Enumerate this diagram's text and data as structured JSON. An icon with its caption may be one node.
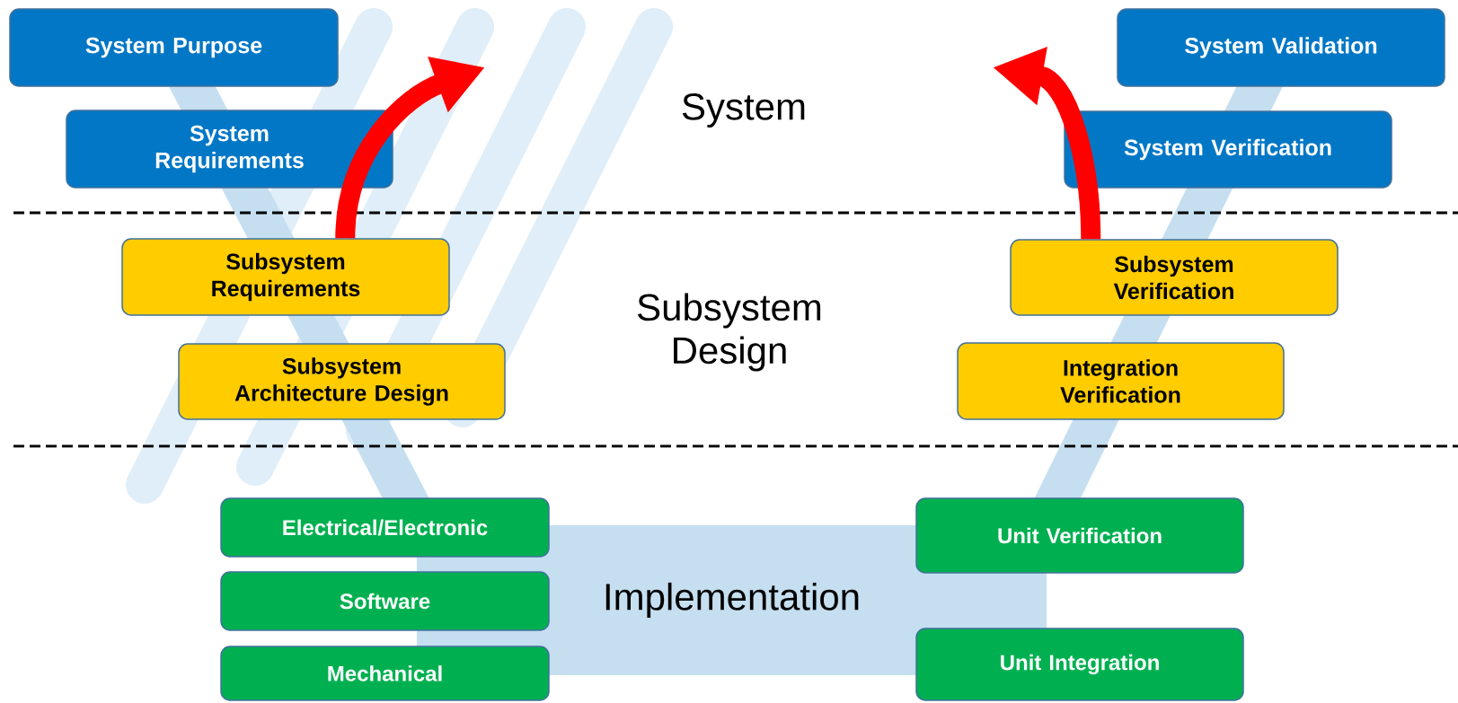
{
  "diagram": {
    "nodes": [
      {
        "text": [
          "System Purpose"
        ]
      },
      {
        "text": [
          "System Validation"
        ]
      },
      {
        "text": [
          "System Requirements"
        ]
      },
      {
        "text": [
          "System Verification"
        ]
      },
      {
        "text": [
          "Subsystem Requirements"
        ]
      },
      {
        "text": [
          "Subsystem Verification"
        ]
      },
      {
        "text": [
          "Subsystem Architecture Design"
        ]
      },
      {
        "text": [
          "Integration Verification"
        ]
      },
      {
        "text": [
          "Implementation"
        ]
      },
      {
        "text": [
          "Electrical/Electronic"
        ]
      },
      {
        "text": [
          "Unit Verification"
        ]
      },
      {
        "text": [
          "Software"
        ]
      },
      {
        "text": [
          "Mechanical"
        ]
      },
      {
        "text": [
          "Unit Integration"
        ]
      }
    ],
    "edges": [
      {
        "from": 4,
        "to": null,
        "arrow": "to",
        "color": "#ff0000"
      },
      {
        "from": 5,
        "to": null,
        "arrow": "to",
        "color": "#ff0000"
      }
    ],
    "labels": [
      "System",
      "Subsystem Design"
    ]
  }
}
